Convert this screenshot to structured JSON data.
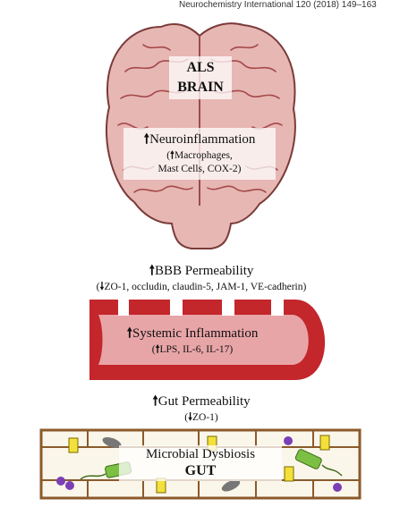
{
  "header": {
    "citation": "Neurochemistry International 120 (2018) 149–163"
  },
  "brain": {
    "title_line1": "ALS",
    "title_line2": "BRAIN",
    "neuro_arrow": "🠕",
    "neuro_label": "Neuroinflammation",
    "neuro_detail_prefix": "(",
    "neuro_detail_arrow": "🠕",
    "neuro_detail_line1": "Macrophages,",
    "neuro_detail_line2": "Mast Cells, COX-2)"
  },
  "bbb": {
    "label": "BBB Permeability",
    "detail_prefix": "(",
    "detail_text": "ZO-1, occludin, claudin-5, JAM-1, VE-cadherin)"
  },
  "vessel": {
    "label": "Systemic Inflammation",
    "detail_prefix": "(",
    "detail_text": "LPS, IL-6, IL-17)"
  },
  "gut_perm": {
    "label": "Gut Permeability",
    "detail_prefix": "(",
    "detail_text": "ZO-1)"
  },
  "gut": {
    "label": "Microbial Dysbiosis",
    "title": "GUT"
  },
  "colors": {
    "brain_fill": "#e7b7b4",
    "brain_stroke": "#7a3b39",
    "vessel_red": "#c3262b",
    "vessel_light": "#e8a5a8",
    "cell_border": "#8b5a2b",
    "cell_fill": "#fbf6ea"
  }
}
